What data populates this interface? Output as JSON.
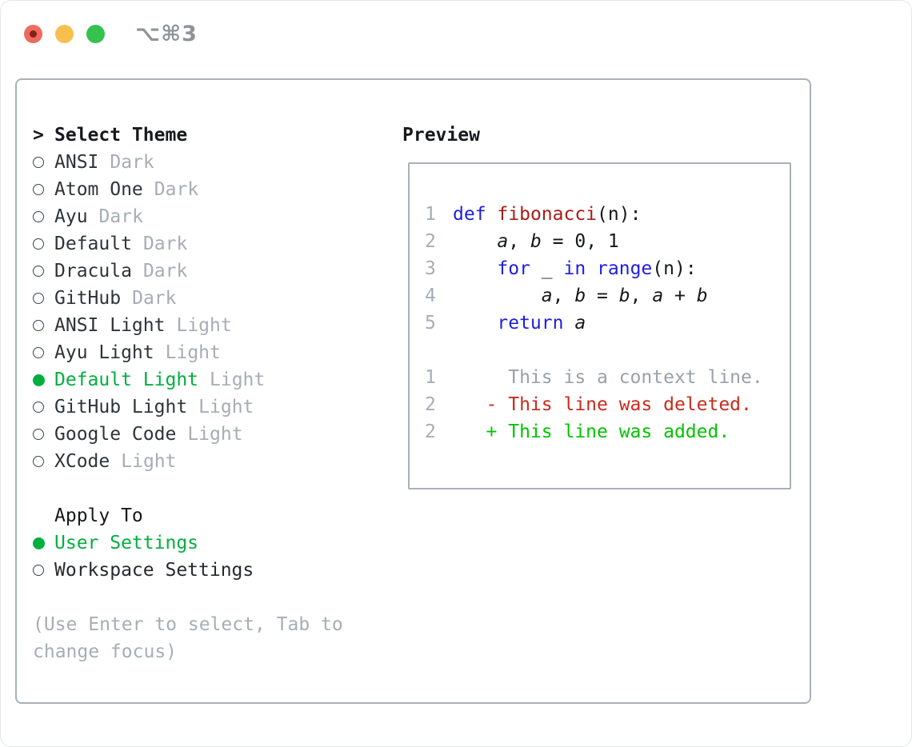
{
  "window": {
    "title": "⌥⌘3",
    "traffic_lights": [
      "close",
      "minimize",
      "zoom"
    ]
  },
  "colors": {
    "accent_green_selected": "#00af3e",
    "diff_added_green": "#00c400",
    "diff_deleted_red": "#c92b1c",
    "keyword_blue": "#1e1ee0",
    "function_red": "#a81c17",
    "muted_gray": "#a6adb5",
    "border_gray": "#a9b1ba"
  },
  "theme_list": {
    "cursor": ">",
    "header": "Select Theme",
    "items": [
      {
        "name": "ANSI",
        "variant": "Dark",
        "selected": false
      },
      {
        "name": "Atom One",
        "variant": "Dark",
        "selected": false
      },
      {
        "name": "Ayu",
        "variant": "Dark",
        "selected": false
      },
      {
        "name": "Default",
        "variant": "Dark",
        "selected": false
      },
      {
        "name": "Dracula",
        "variant": "Dark",
        "selected": false
      },
      {
        "name": "GitHub",
        "variant": "Dark",
        "selected": false
      },
      {
        "name": "ANSI Light",
        "variant": "Light",
        "selected": false
      },
      {
        "name": "Ayu Light",
        "variant": "Light",
        "selected": false
      },
      {
        "name": "Default Light",
        "variant": "Light",
        "selected": true
      },
      {
        "name": "GitHub Light",
        "variant": "Light",
        "selected": false
      },
      {
        "name": "Google Code",
        "variant": "Light",
        "selected": false
      },
      {
        "name": "XCode",
        "variant": "Light",
        "selected": false
      }
    ]
  },
  "apply_to": {
    "header": "Apply To",
    "options": [
      {
        "label": "User Settings",
        "selected": true
      },
      {
        "label": "Workspace Settings",
        "selected": false
      }
    ]
  },
  "hint": {
    "line1": "(Use Enter to select, Tab to",
    "line2": "change focus)"
  },
  "preview": {
    "header": "Preview",
    "lines": [
      {
        "ln": "1",
        "s0": "def",
        "s1": " ",
        "s2": "fibonacci",
        "s3": "(n):"
      },
      {
        "ln": "2",
        "s0": "    ",
        "s1": "a",
        "s2": ", ",
        "s3": "b",
        "s4": " = 0, 1"
      },
      {
        "ln": "3",
        "s0": "    ",
        "s1": "for",
        "s2": " _ ",
        "s3": "in",
        "s4": " ",
        "s5": "range",
        "s6": "(n):"
      },
      {
        "ln": "4",
        "s0": "        ",
        "s1": "a",
        "s2": ", ",
        "s3": "b",
        "s4": " = ",
        "s5": "b",
        "s6": ", ",
        "s7": "a",
        "s8": " + ",
        "s9": "b"
      },
      {
        "ln": "5",
        "s0": "    ",
        "s1": "return",
        "s2": " ",
        "s3": "a"
      },
      {
        "ln": "",
        "s0": ""
      },
      {
        "ln": "1",
        "s0": "     This is a context line."
      },
      {
        "ln": "2",
        "s0": "   - This line was deleted."
      },
      {
        "ln": "2",
        "s0": "   + This line was added."
      }
    ]
  }
}
